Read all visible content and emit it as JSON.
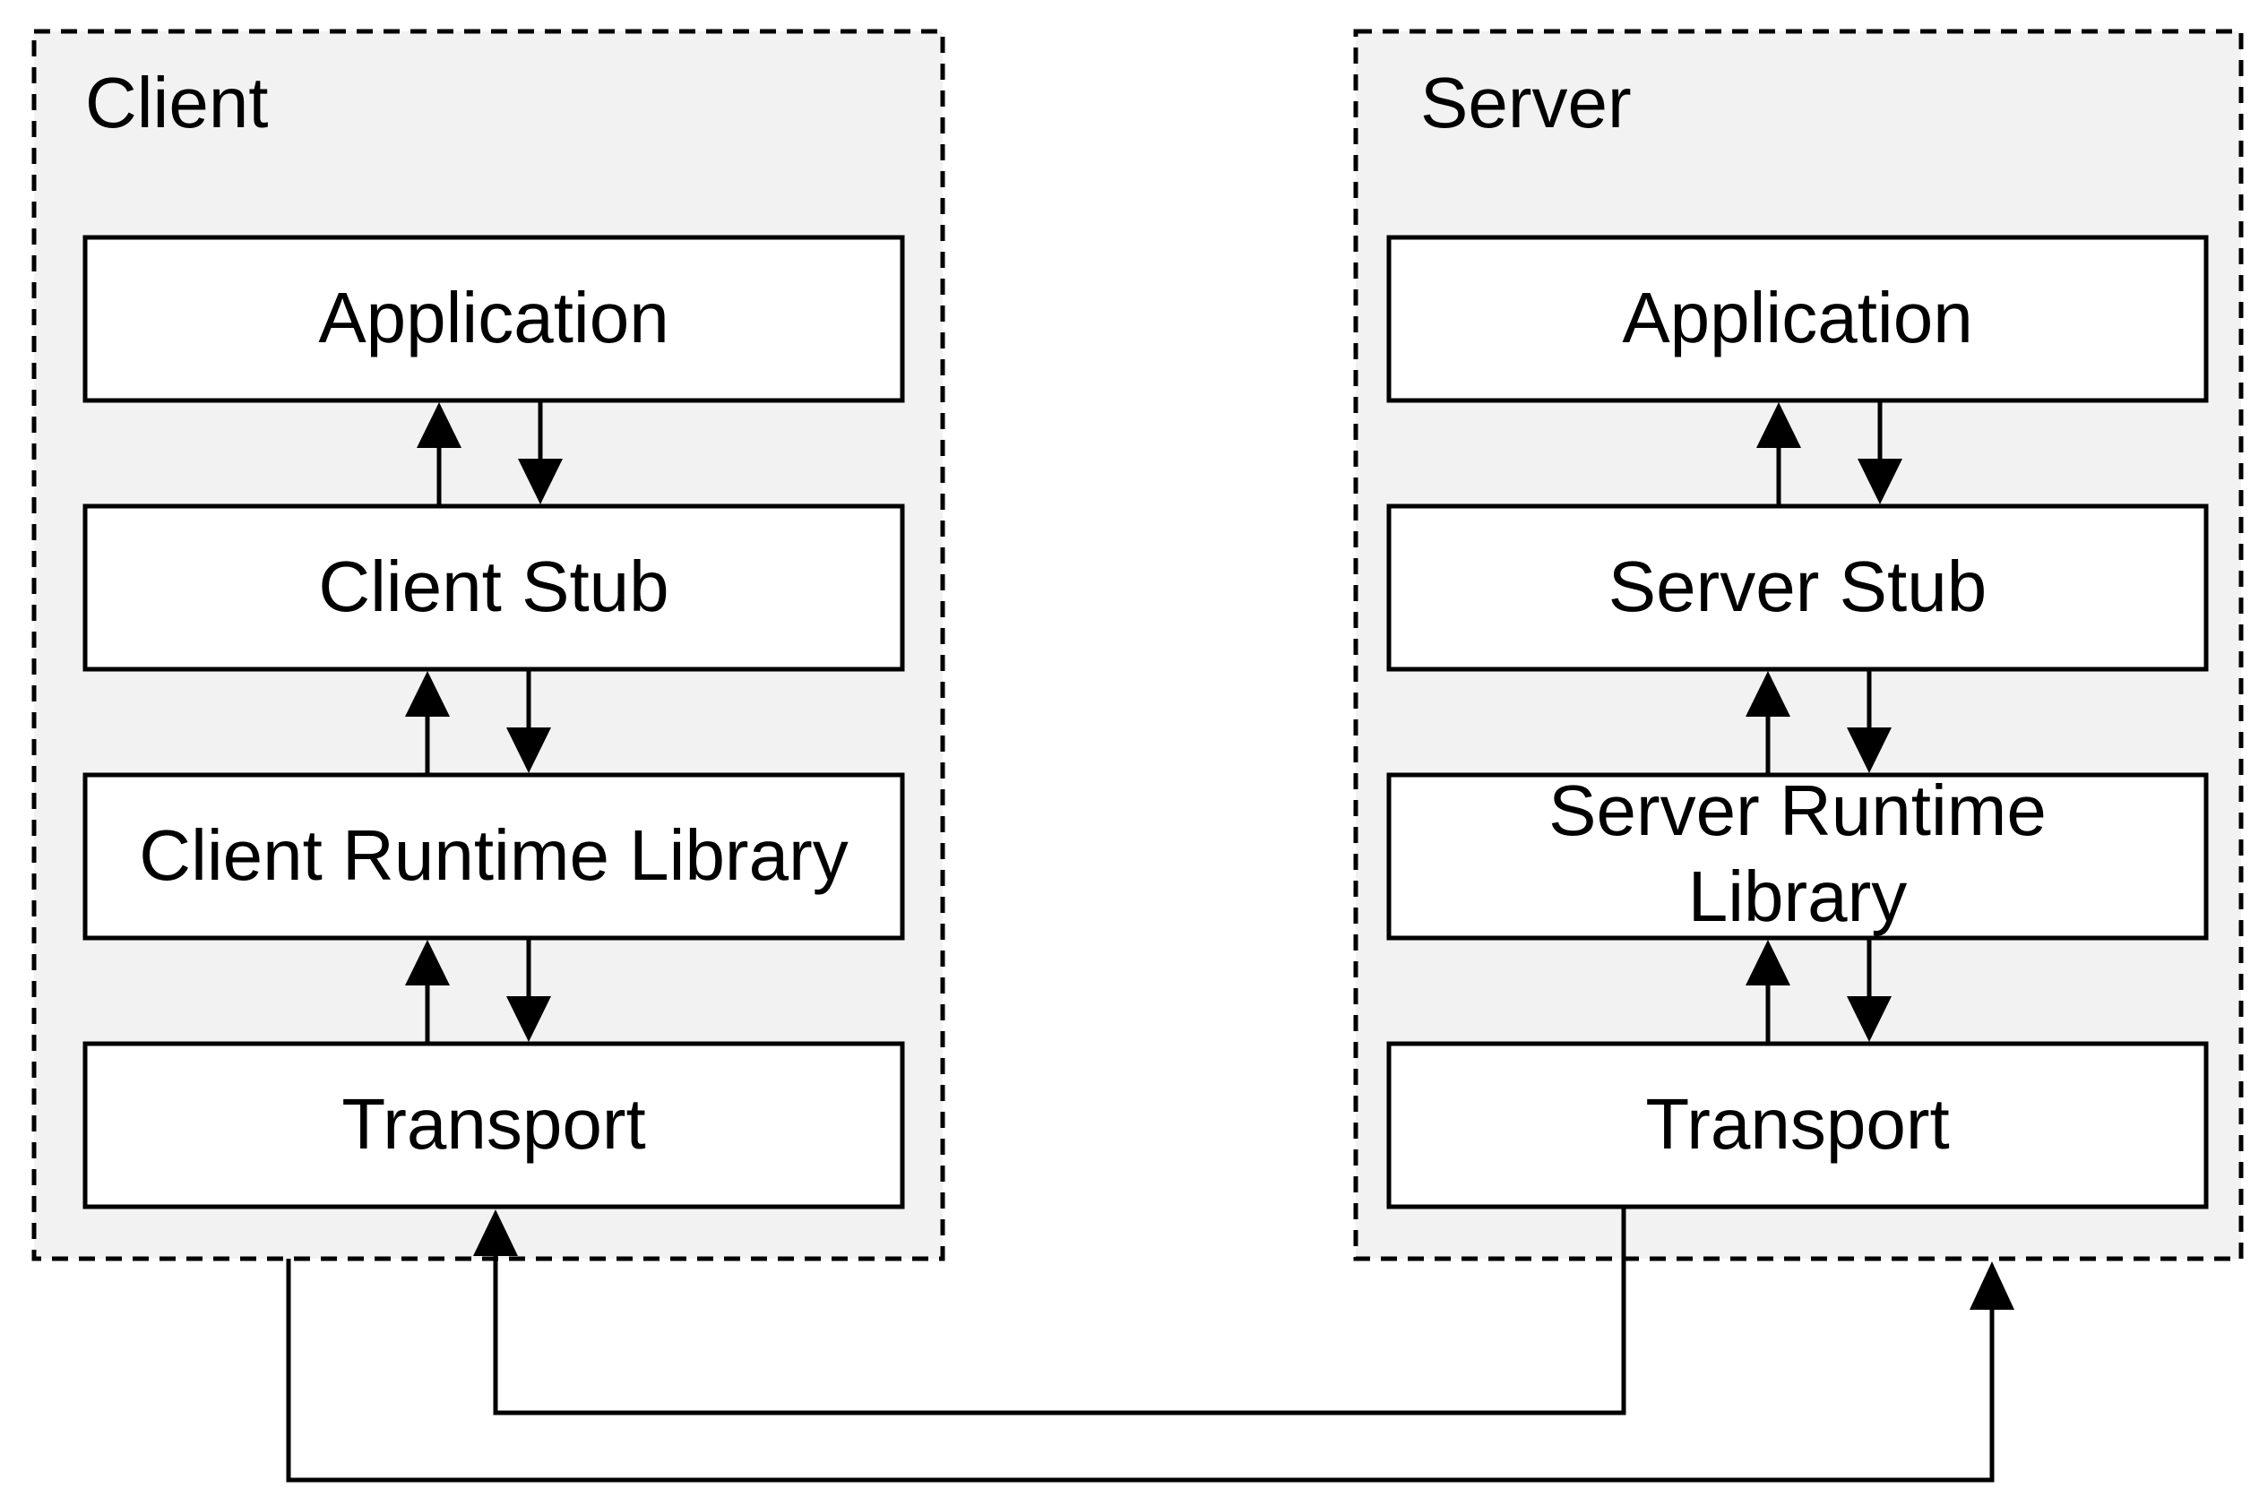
{
  "diagram": {
    "client": {
      "title": "Client",
      "layers": {
        "application": "Application",
        "stub": "Client Stub",
        "runtime": "Client Runtime Library",
        "transport": "Transport"
      }
    },
    "server": {
      "title": "Server",
      "layers": {
        "application": "Application",
        "stub": "Server Stub",
        "runtime_line1": "Server Runtime",
        "runtime_line2": "Library",
        "transport": "Transport"
      }
    }
  }
}
